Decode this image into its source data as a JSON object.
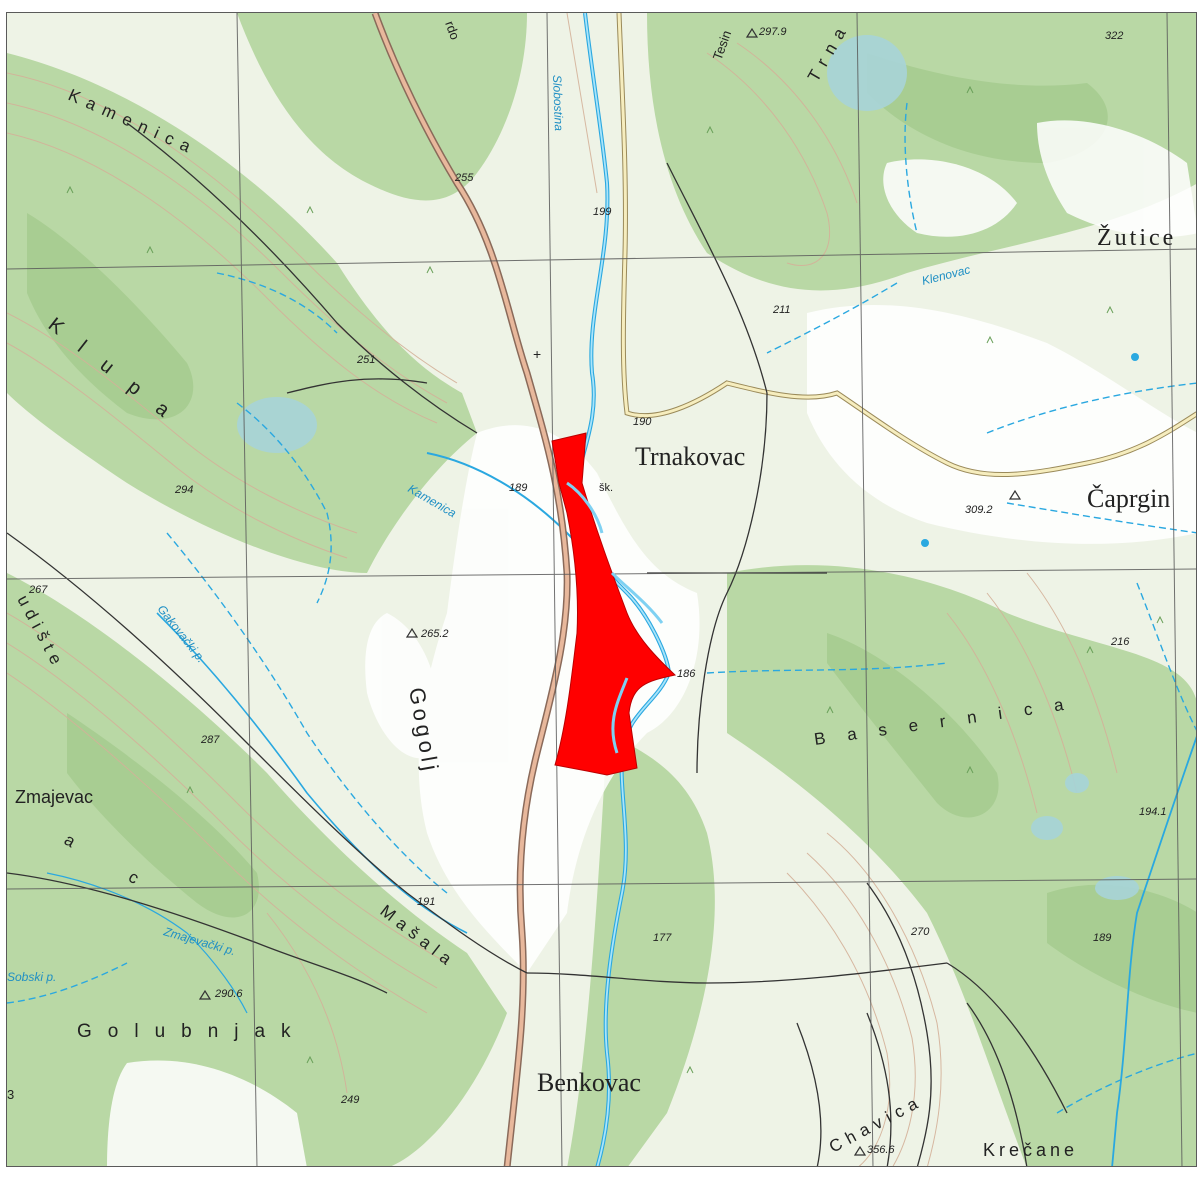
{
  "map": {
    "colors": {
      "background": "#eef3e6",
      "forest": "#b9d8a5",
      "forest_dark": "#a8cd92",
      "water": "#2aa8e0",
      "river": "#7fd1f2",
      "road": "#c79a80",
      "road_minor": "#f1e8b8",
      "contour": "#d4b199",
      "grid": "#5a5a5a",
      "highlight": "#ff0000",
      "text": "#222222"
    },
    "settlements": {
      "trnakovac": "Trnakovac",
      "caprgin": "Čaprgin",
      "zutice": "Žutice",
      "benkovac": "Benkovac",
      "zmajevac": "Zmajevac",
      "krecane": "Krečane"
    },
    "terrain": {
      "kamenica": "Kamenica",
      "klupa": "Klupa",
      "gogolj": "Gogolj",
      "basernica": "Basernica",
      "golubnjak": "Golubnjak",
      "masala": "Mašala",
      "trna": "Trna",
      "tesin": "Tesin",
      "udiste": "udište",
      "chavica": "Chavica",
      "ac": "a c",
      "rdo": "rdo"
    },
    "streams": {
      "slobostina": "Slobostina",
      "kamenica_stream": "Kamenica",
      "klenovac": "Klenovac",
      "gakovacki": "Gakovački p.",
      "zmajevacki": "Zmajevački p.",
      "sobski": "Sobski p."
    },
    "elevations": {
      "e2979": "297.9",
      "e322": "322",
      "e255": "255",
      "e199": "199",
      "e211": "211",
      "e251": "251",
      "e190": "190",
      "e189": "189",
      "e294": "294",
      "e3092": "309.2",
      "e267": "267",
      "e2652": "265.2",
      "e186": "186",
      "e216": "216",
      "e287": "287",
      "e1941": "194.1",
      "e191": "191",
      "e177": "177",
      "e270": "270",
      "e189b": "189",
      "e2906": "290.6",
      "e249": "249",
      "e3566": "356.6"
    },
    "misc": {
      "skola": "šk.",
      "cross": "+",
      "three": "3"
    }
  }
}
